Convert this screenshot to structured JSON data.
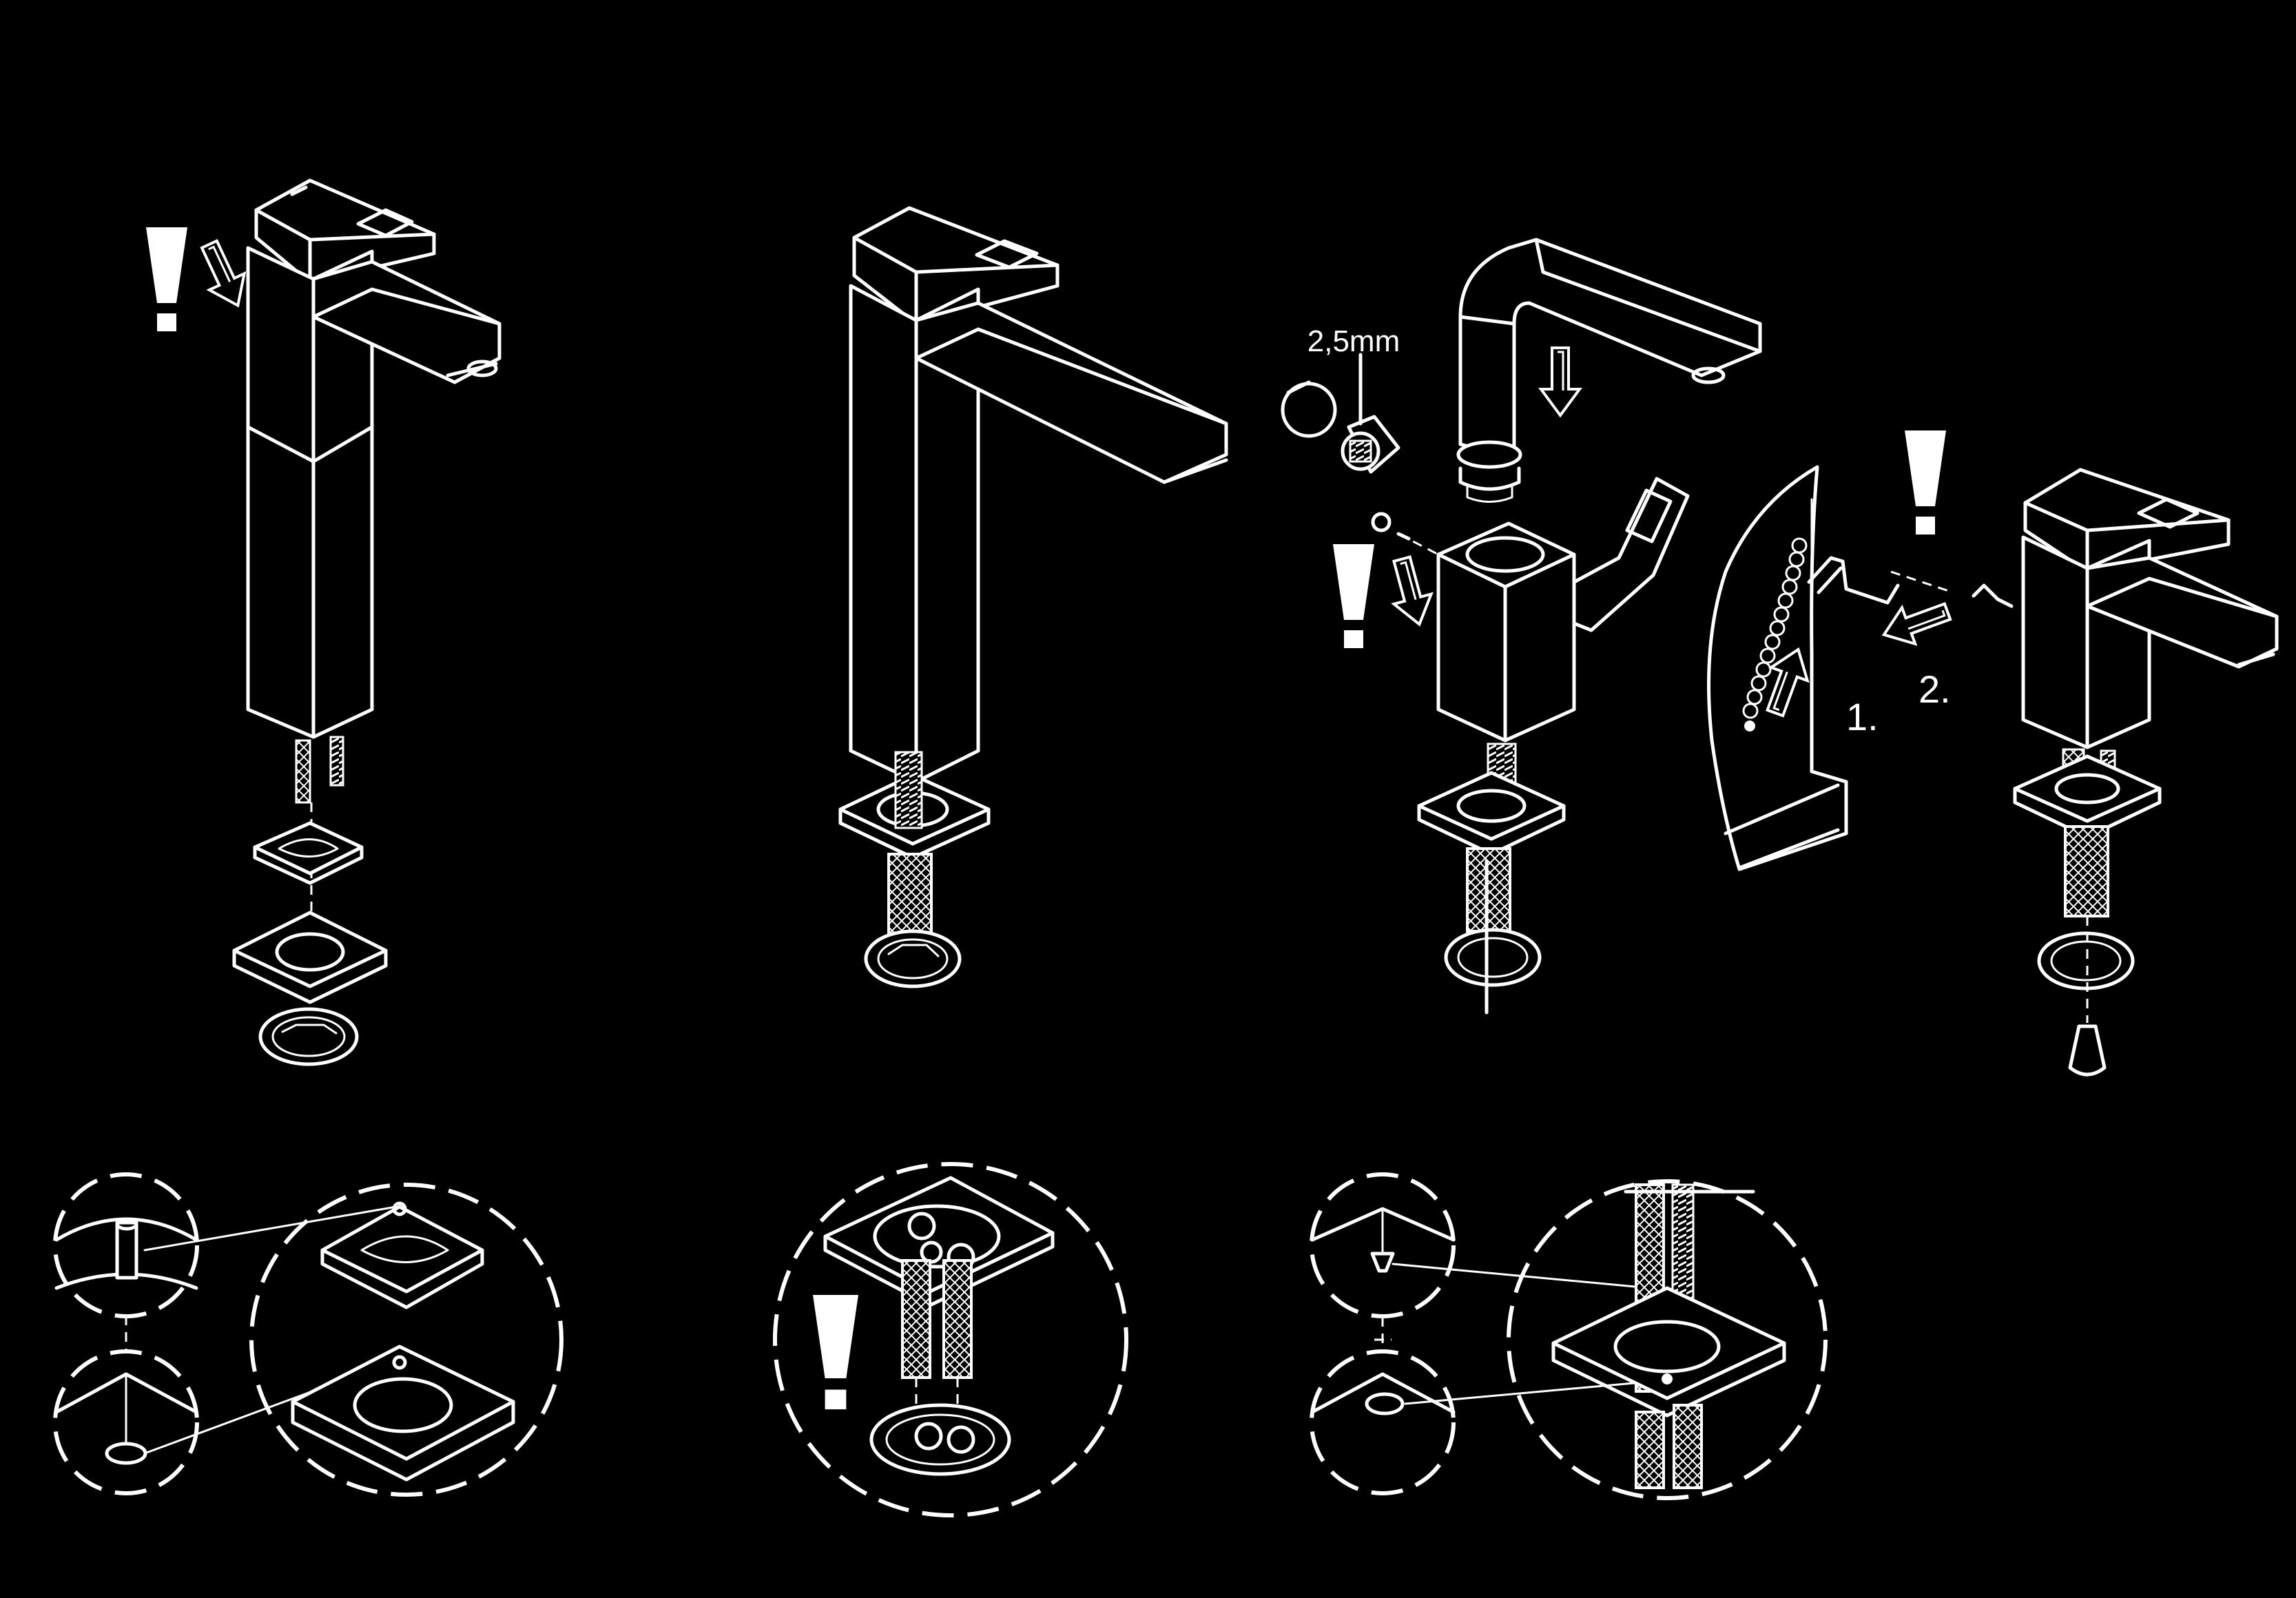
{
  "labels": {
    "wrench_size": "2,5mm",
    "step_one": "1.",
    "step_two": "2."
  },
  "colors": {
    "background": "#000000",
    "line": "#ffffff"
  },
  "icons": [
    "warning-exclamation-icon",
    "down-arrow-icon",
    "up-arrow-icon",
    "push-arrow-icon"
  ]
}
